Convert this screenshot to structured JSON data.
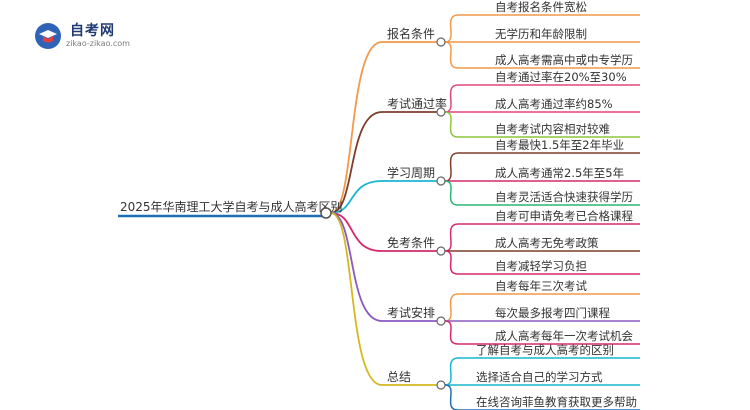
{
  "logo": {
    "name": "自考网",
    "url": "zikao-zikao.com"
  },
  "root": {
    "label": "2025年华南理工大学自考与成人高考区别"
  },
  "branches": [
    {
      "label": "报名条件",
      "color": "#f2994a",
      "leaves": [
        "自考报名条件宽松",
        "无学历和年龄限制",
        "成人高考需高中或中专学历"
      ]
    },
    {
      "label": "考试通过率",
      "color": "#7b3f2a",
      "leaves": [
        "自考通过率在20%至30%",
        "成人高考通过率约85%",
        "自考考试内容相对较难"
      ]
    },
    {
      "label": "学习周期",
      "color": "#19b7cf",
      "leaves": [
        "自考最快1.5年至2年毕业",
        "成人高考通常2.5年至5年",
        "自考灵活适合快速获得学历"
      ]
    },
    {
      "label": "免考条件",
      "color": "#d6286c",
      "leaves": [
        "自考可申请免考已合格课程",
        "成人高考无免考政策",
        "自考减轻学习负担"
      ]
    },
    {
      "label": "考试安排",
      "color": "#8a5ac2",
      "leaves": [
        "自考每年三次考试",
        "每次最多报考四门课程",
        "成人高考每年一次考试机会"
      ]
    },
    {
      "label": "总结",
      "color": "#d4b820",
      "leaves": [
        "了解自考与成人高考的区别",
        "选择适合自己的学习方式",
        "在线咨询菲鱼教育获取更多帮助"
      ]
    }
  ],
  "leaf_colors": [
    [
      "#f2994a",
      "#f2994a",
      "#f2994a"
    ],
    [
      "#e0457b",
      "#e0457b",
      "#8cc63f"
    ],
    [
      "#7b3f2a",
      "#d6286c",
      "#2bb673"
    ],
    [
      "#d6286c",
      "#7b3f2a",
      "#d6286c"
    ],
    [
      "#f2994a",
      "#8a5ac2",
      "#d6286c"
    ],
    [
      "#19b7cf",
      "#19b7cf",
      "#1f6fb5"
    ]
  ]
}
